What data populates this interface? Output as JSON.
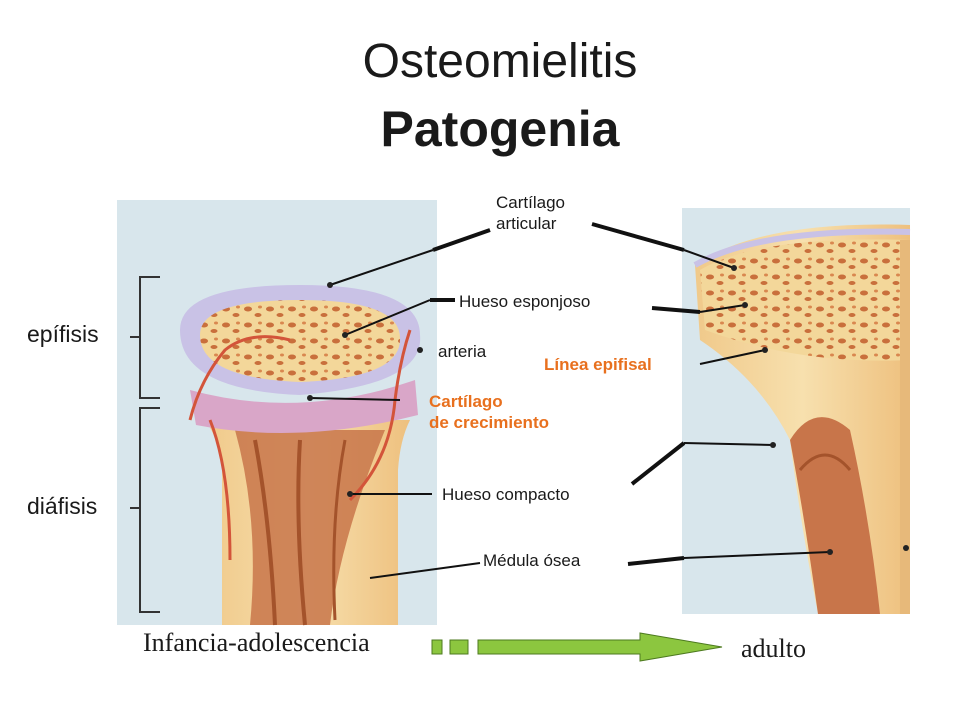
{
  "title": "Osteomielitis",
  "subtitle": "Patogenia",
  "labels": {
    "cartilago_articular_1": "Cartílago",
    "cartilago_articular_2": "articular",
    "hueso_esponjoso": "Hueso esponjoso",
    "arteria": "arteria",
    "linea_epifisal": "Línea epifisal",
    "cartilago_crecimiento_1": "Cartílago",
    "cartilago_crecimiento_2": "de crecimiento",
    "hueso_compacto": "Hueso compacto",
    "medula_osea": "Médula ósea",
    "epifisis": "epífisis",
    "diafisis": "diáfisis"
  },
  "stages": {
    "left": "Infancia-adolescencia",
    "right": "adulto"
  },
  "colors": {
    "accent_orange": "#e8701e",
    "arrow_green": "#8cc63f",
    "bone_cream": "#f5dfa0",
    "cartilage_lilac": "#c9c2e6",
    "marrow_brown": "#c8754a",
    "photo_bg": "#d8e6ec"
  }
}
